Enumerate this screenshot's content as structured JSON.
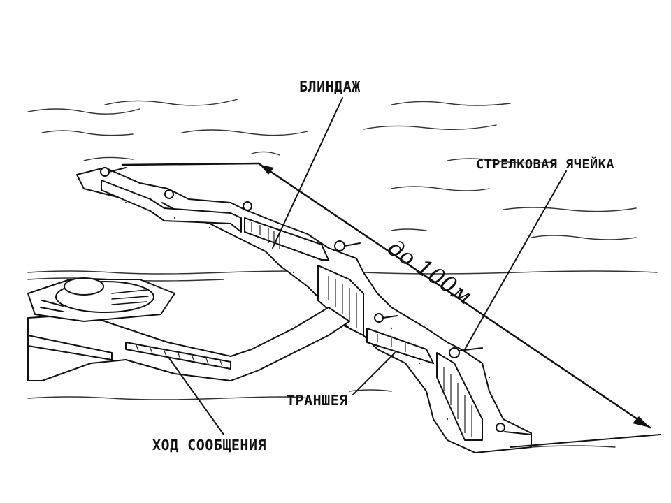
{
  "labels": {
    "dugout": "БЛИНДАЖ",
    "rifle_cell": "СТРЕЛКОВАЯ ЯЧЕЙКА",
    "trench": "ТРАНШЕЯ",
    "communication_passage": "ХОД СООБЩЕНИЯ",
    "distance": "до 100м"
  },
  "colors": {
    "ink": "#111111",
    "paper": "#ffffff"
  }
}
